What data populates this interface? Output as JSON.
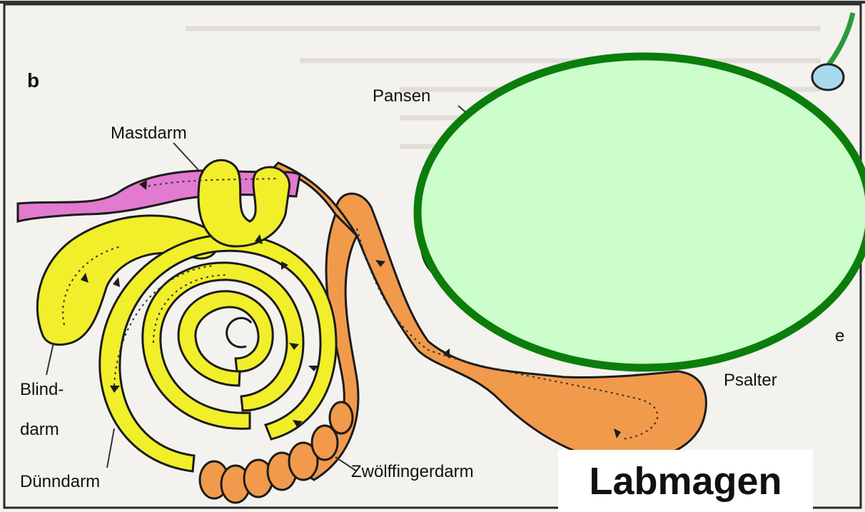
{
  "diagram": {
    "panel_letter": "b",
    "labels": {
      "pansen": "Pansen",
      "mastdarm": "Mastdarm",
      "blinddarm_line1": "Blind-",
      "blinddarm_line2": "darm",
      "duenndarm": "Dünndarm",
      "zwoelffingerdarm": "Zwölffingerdarm",
      "psalter": "Psalter",
      "partial_right": "e"
    },
    "highlight_label": "Labmagen",
    "colors": {
      "background": "#f4f2ee",
      "mastdarm": "#e27ad0",
      "duenndarm": "#f1ee2a",
      "orange_tract": "#f19a4c",
      "overlay_fill": "#ccfecc",
      "overlay_stroke": "#0b7d0b",
      "outline": "#1b1b1b"
    }
  }
}
